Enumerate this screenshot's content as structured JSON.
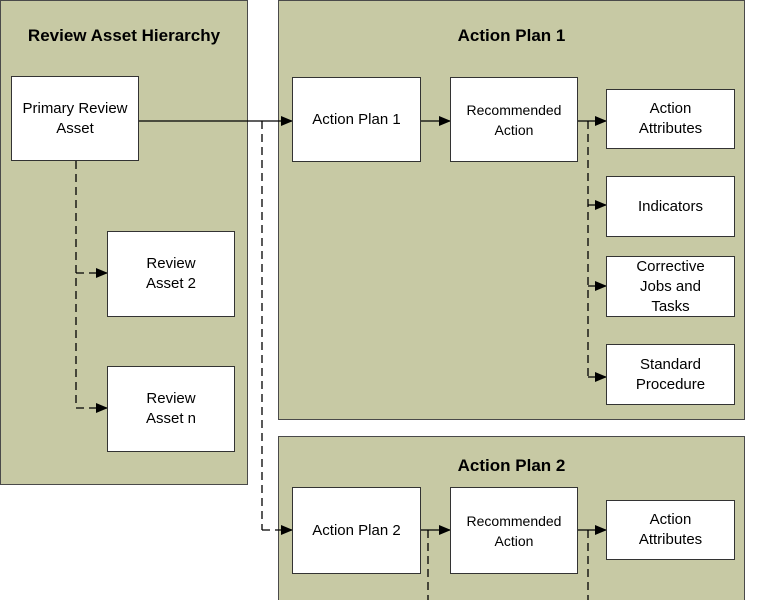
{
  "panels": {
    "hierarchy_title": "Review Asset Hierarchy",
    "plan1_title": "Action Plan 1",
    "plan2_title": "Action Plan 2"
  },
  "nodes": {
    "primary": "Primary Review Asset",
    "asset2": "Review Asset 2",
    "assetn": "Review Asset n",
    "p1_plan": "Action Plan 1",
    "p1_rec": "Recommended Action",
    "p1_attr": "Action Attributes",
    "p1_ind": "Indicators",
    "p1_corr": "Corrective Jobs and Tasks",
    "p1_std": "Standard Procedure",
    "p2_plan": "Action Plan 2",
    "p2_rec": "Recommended Action",
    "p2_attr": "Action Attributes"
  },
  "colors": {
    "panel_fill": "#c7c9a4",
    "panel_border": "#4a4a4a",
    "node_fill": "#ffffff"
  }
}
